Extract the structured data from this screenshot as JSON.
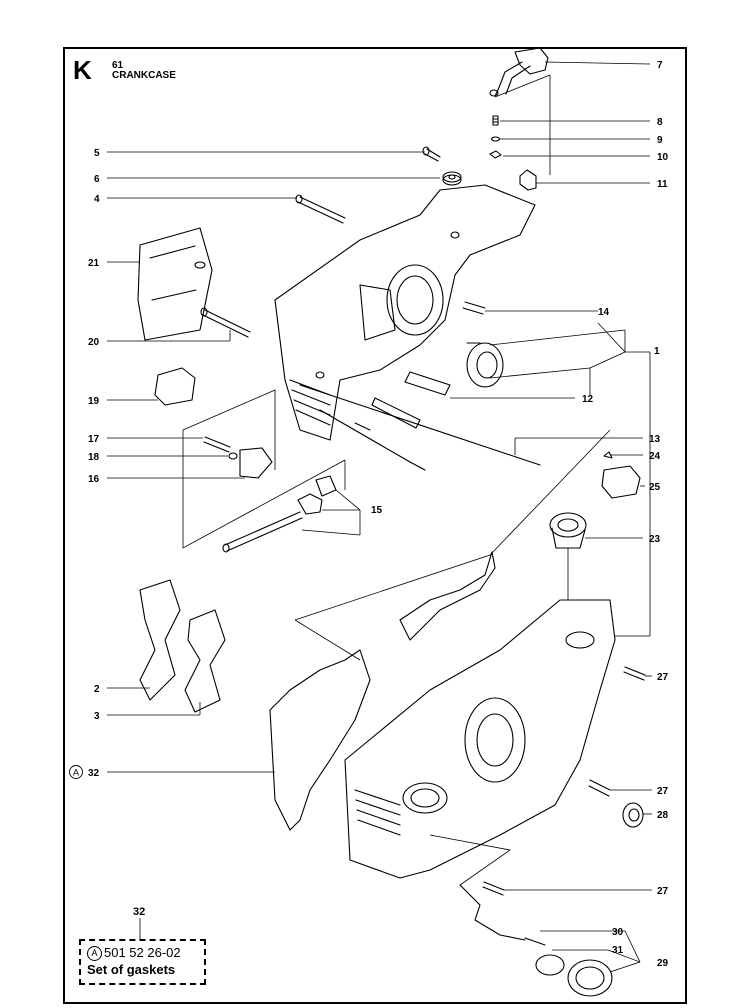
{
  "header": {
    "section_letter": "K",
    "section_number": "61",
    "section_title": "CRANKCASE"
  },
  "callouts": [
    {
      "id": "c7",
      "text": "7"
    },
    {
      "id": "c8",
      "text": "8"
    },
    {
      "id": "c9",
      "text": "9"
    },
    {
      "id": "c10",
      "text": "10"
    },
    {
      "id": "c11",
      "text": "11"
    },
    {
      "id": "c5",
      "text": "5"
    },
    {
      "id": "c6",
      "text": "6"
    },
    {
      "id": "c4",
      "text": "4"
    },
    {
      "id": "c21",
      "text": "21"
    },
    {
      "id": "c14",
      "text": "14"
    },
    {
      "id": "c1",
      "text": "1"
    },
    {
      "id": "c20",
      "text": "20"
    },
    {
      "id": "c19",
      "text": "19"
    },
    {
      "id": "c12",
      "text": "12"
    },
    {
      "id": "c13",
      "text": "13"
    },
    {
      "id": "c17",
      "text": "17"
    },
    {
      "id": "c24",
      "text": "24"
    },
    {
      "id": "c18",
      "text": "18"
    },
    {
      "id": "c16",
      "text": "16"
    },
    {
      "id": "c25",
      "text": "25"
    },
    {
      "id": "c15",
      "text": "15"
    },
    {
      "id": "c23",
      "text": "23"
    },
    {
      "id": "c27a",
      "text": "27"
    },
    {
      "id": "c2",
      "text": "2"
    },
    {
      "id": "c3",
      "text": "3"
    },
    {
      "id": "c32",
      "text": "32"
    },
    {
      "id": "c27b",
      "text": "27"
    },
    {
      "id": "c28",
      "text": "28"
    },
    {
      "id": "c27c",
      "text": "27"
    },
    {
      "id": "c30",
      "text": "30"
    },
    {
      "id": "c31",
      "text": "31"
    },
    {
      "id": "c29",
      "text": "29"
    }
  ],
  "circled_marker": "A",
  "note": {
    "ref": "32",
    "marker": "A",
    "part_number": "501 52 26-02",
    "description": "Set of gaskets"
  }
}
